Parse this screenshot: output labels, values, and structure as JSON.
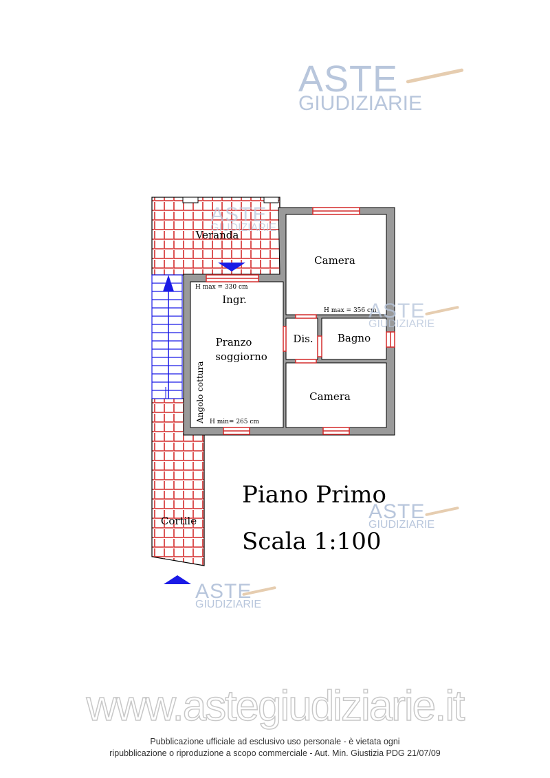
{
  "watermark": {
    "line1": "ASTE",
    "line2": "GIUDIZIARIE"
  },
  "plan": {
    "rooms": {
      "veranda": "Veranda",
      "camera_top": "Camera",
      "ingresso": "Ingr.",
      "pranzo": "Pranzo",
      "soggiorno": "soggiorno",
      "angolo": "Angolo cottura",
      "dis": "Dis.",
      "bagno": "Bagno",
      "camera_bottom": "Camera",
      "cortile": "Cortile"
    },
    "heights": {
      "hmax_ingr": "H max = 330 cm",
      "hmax_camera": "H max = 356 cm",
      "hmin": "H min= 265 cm"
    },
    "colors": {
      "wall": "#9a9a9a",
      "tile": "#d42a2a",
      "stairs": "#1a1ae6",
      "arrow": "#1a1ae6"
    }
  },
  "title": {
    "floor": "Piano Primo",
    "scale": "Scala 1:100"
  },
  "footer": {
    "site": "www.astegiudiziarie.it",
    "notice_line1": "Pubblicazione ufficiale ad esclusivo uso personale - è vietata ogni",
    "notice_line2": "ripubblicazione o riproduzione a scopo commerciale - Aut. Min. Giustizia PDG 21/07/09"
  }
}
